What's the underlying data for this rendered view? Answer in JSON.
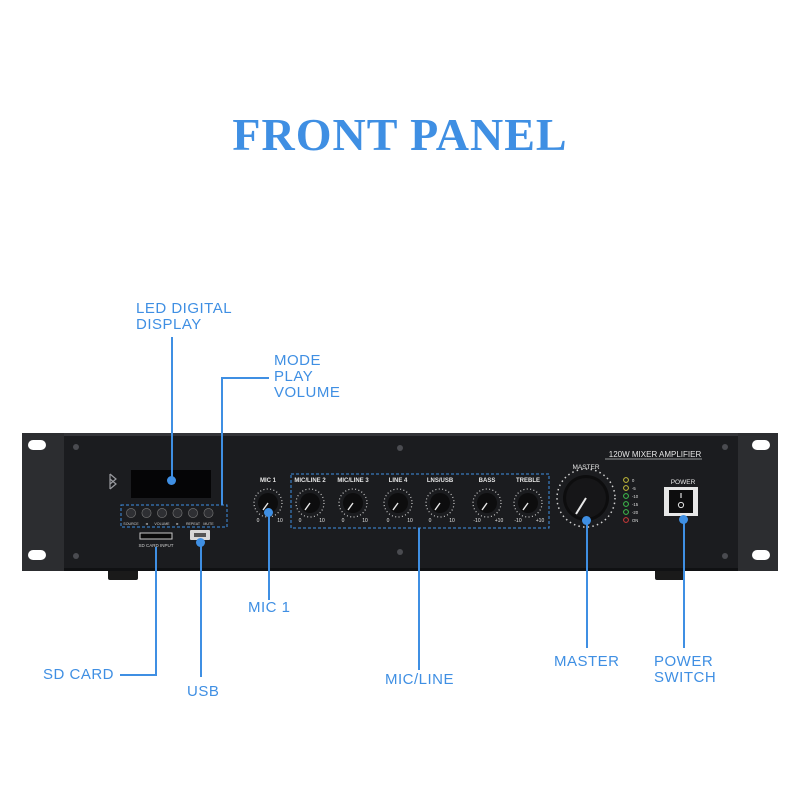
{
  "colors": {
    "accent": "#3f8fe3",
    "panel": "#1c1d20",
    "ears": "#2a2b2e",
    "label": "#ffffff"
  },
  "title": "FRONT PANEL",
  "device": {
    "model": "120W MIXER AMPLIFIER",
    "channels": [
      {
        "label": "MIC 1",
        "min": "0",
        "max": "10"
      },
      {
        "label": "MIC/LINE 2",
        "min": "0",
        "max": "10"
      },
      {
        "label": "MIC/LINE 3",
        "min": "0",
        "max": "10"
      },
      {
        "label": "LINE 4",
        "min": "0",
        "max": "10"
      },
      {
        "label": "LNS/USB",
        "min": "0",
        "max": "10"
      },
      {
        "label": "BASS",
        "min": "-10",
        "max": "+10"
      },
      {
        "label": "TREBLE",
        "min": "-10",
        "max": "+10"
      }
    ],
    "master_label": "MASTER",
    "power_label": "POWER",
    "level_meter": [
      "0",
      "-5",
      "-10",
      "-15",
      "-20",
      "ON"
    ],
    "player_buttons": [
      "SOURCE",
      "◄",
      "VOLUME",
      "►",
      "REPEAT",
      "MUTE"
    ],
    "sd_slot_label": "SD CARD INPUT",
    "bluetooth_icon": "bluetooth-icon"
  },
  "callouts": {
    "led_display": [
      "LED DIGITAL",
      "DISPLAY"
    ],
    "mode": [
      "MODE",
      "PLAY",
      "VOLUME"
    ],
    "mic1": "MIC 1",
    "sd_card": "SD CARD",
    "usb": "USB",
    "mic_line": "MIC/LINE",
    "master": "MASTER",
    "power_switch": [
      "POWER",
      "SWITCH"
    ]
  }
}
